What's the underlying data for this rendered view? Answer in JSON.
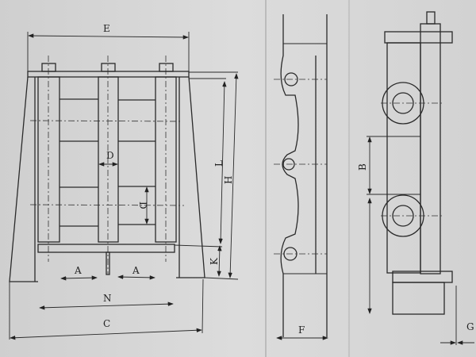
{
  "labels": {
    "E": "E",
    "L": "L",
    "H": "H",
    "D1": "D",
    "D2": "D",
    "A1": "A",
    "A2": "A",
    "N": "N",
    "C": "C",
    "K": "K",
    "F": "F",
    "B": "B",
    "G": "G"
  }
}
